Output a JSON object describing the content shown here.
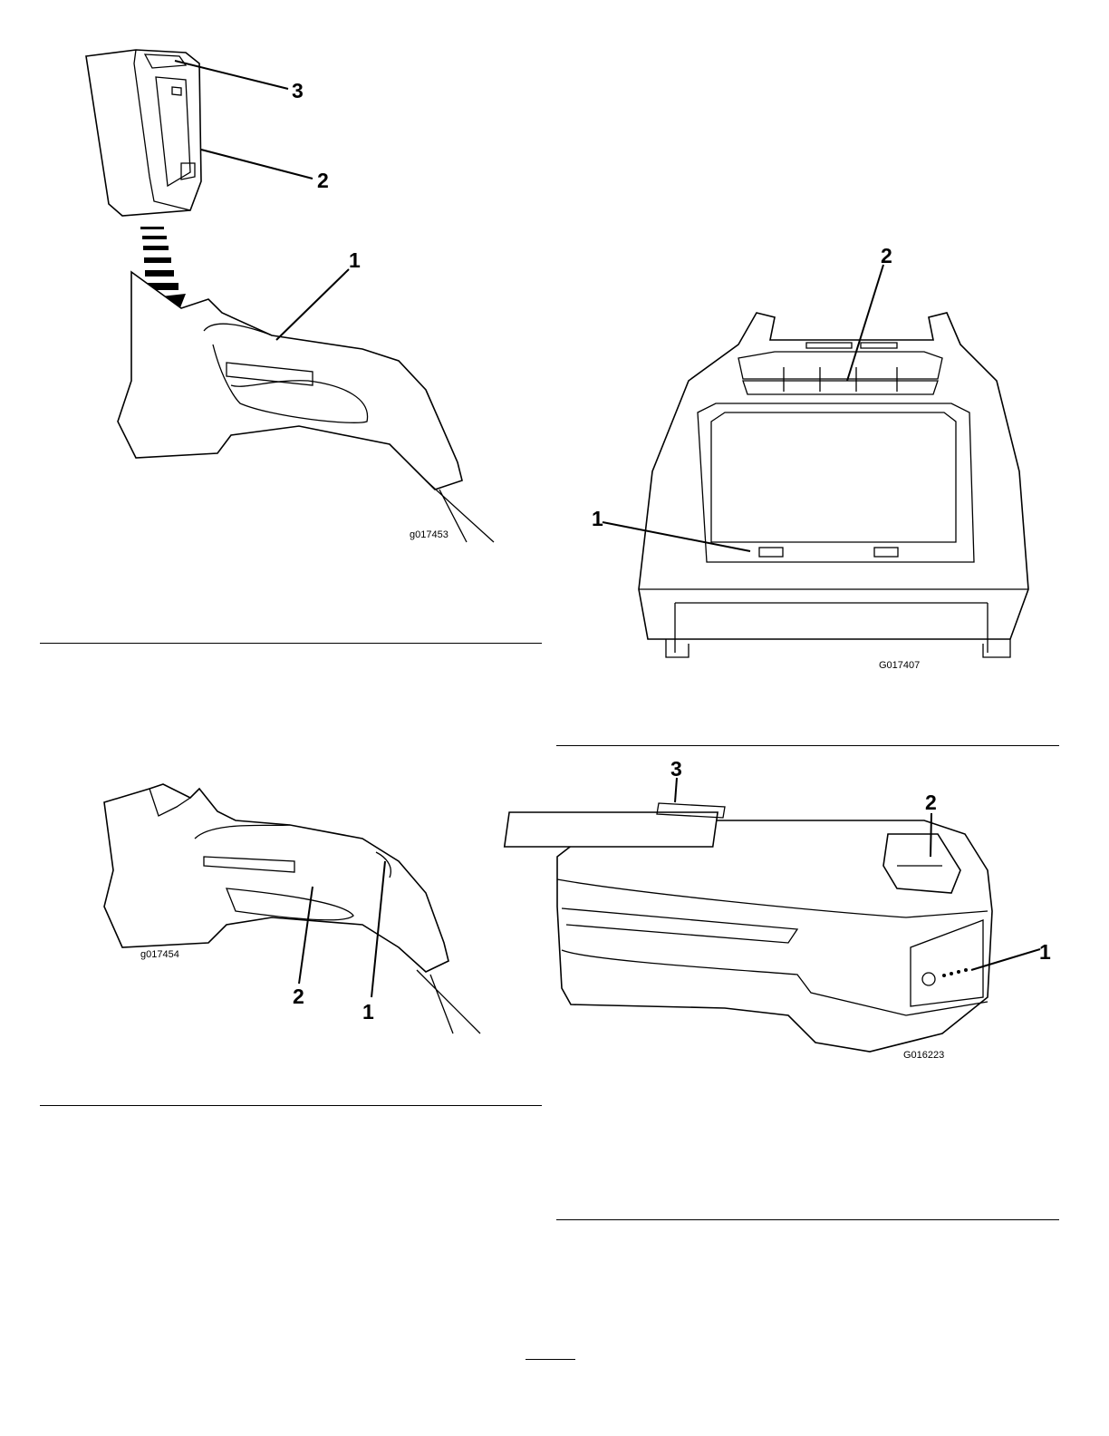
{
  "figures": [
    {
      "id": "battery-into-handle",
      "code": "g017453",
      "callouts": [
        "1",
        "2",
        "3"
      ]
    },
    {
      "id": "charger",
      "code": "G017407",
      "callouts": [
        "1",
        "2"
      ]
    },
    {
      "id": "handle-with-lock",
      "code": "g017454",
      "callouts": [
        "1",
        "2"
      ]
    },
    {
      "id": "battery-pack",
      "code": "G016223",
      "callouts": [
        "1",
        "2",
        "3"
      ]
    }
  ]
}
